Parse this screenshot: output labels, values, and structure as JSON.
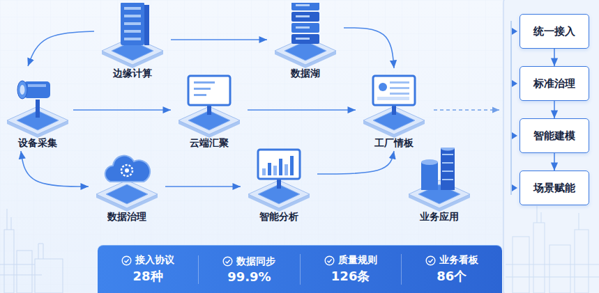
{
  "diagram": {
    "nodes": [
      {
        "text": [
          "设备采集"
        ]
      },
      {
        "text": [
          "边缘计算"
        ]
      },
      {
        "text": [
          "数据湖"
        ]
      },
      {
        "text": [
          "云端汇聚"
        ]
      },
      {
        "text": [
          "工厂情板"
        ]
      },
      {
        "text": [
          "数据治理"
        ]
      },
      {
        "text": [
          "智能分析"
        ]
      },
      {
        "text": [
          "业务应用"
        ]
      },
      {
        "text": [
          "统一接入"
        ]
      },
      {
        "text": [
          "标准治理"
        ]
      },
      {
        "text": [
          "智能建模"
        ]
      },
      {
        "text": [
          "场景赋能"
        ]
      },
      {
        "text": [
          "接入协议",
          "28种",
          "数据同步",
          "99.9%",
          "质量规则",
          "126条",
          "业务看板",
          "86个"
        ]
      }
    ],
    "edges": [
      {
        "from": 1,
        "to": 0,
        "arrow": "to"
      },
      {
        "from": 1,
        "to": 2,
        "arrow": "to"
      },
      {
        "from": 2,
        "to": 4,
        "arrow": "to"
      },
      {
        "from": 0,
        "to": 3,
        "arrow": "to"
      },
      {
        "from": 3,
        "to": 4,
        "arrow": "to"
      },
      {
        "from": 0,
        "to": 5,
        "arrow": "both"
      },
      {
        "from": 5,
        "to": 6,
        "arrow": "to"
      },
      {
        "from": 6,
        "to": 4,
        "arrow": "to"
      },
      {
        "from": 8,
        "to": 9,
        "arrow": "to"
      },
      {
        "from": 9,
        "to": 10,
        "arrow": "to"
      },
      {
        "from": 10,
        "to": 11,
        "arrow": "to"
      }
    ]
  }
}
